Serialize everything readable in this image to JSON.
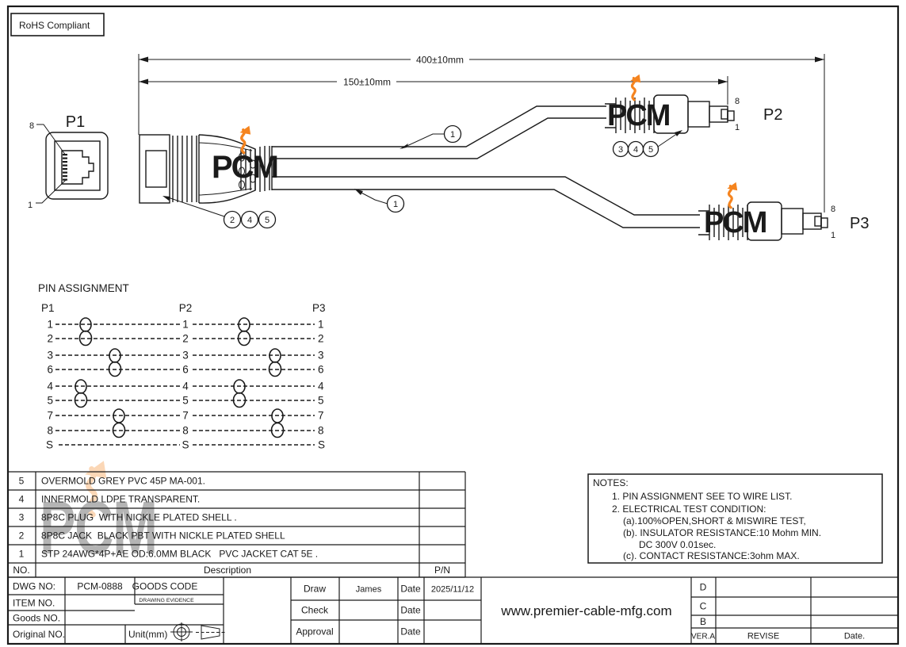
{
  "page": {
    "rohs_label": "RoHS Compliant"
  },
  "brand": {
    "logo_text": "PCM",
    "orange": "#F5841F"
  },
  "drawing": {
    "dimensions": {
      "overall": "400±10mm",
      "branch": "150±10mm"
    },
    "connectors": {
      "p1": "P1",
      "p2": "P2",
      "p3": "P3",
      "pin_top": "8",
      "pin_bottom": "1"
    },
    "callouts": {
      "upper_cable": "1",
      "lower_cable": "1",
      "left_group": [
        "2",
        "4",
        "5"
      ],
      "right_group": [
        "3",
        "4",
        "5"
      ]
    }
  },
  "pin_assignment": {
    "title": "PIN ASSIGNMENT",
    "headers": [
      "P1",
      "P2",
      "P3"
    ],
    "twisted_pairs": [
      [
        "1",
        "2"
      ],
      [
        "3",
        "6"
      ],
      [
        "4",
        "5"
      ],
      [
        "7",
        "8"
      ]
    ],
    "rows": [
      {
        "p1": "1",
        "p2": "1",
        "p3": "1"
      },
      {
        "p1": "2",
        "p2": "2",
        "p3": "2"
      },
      {
        "p1": "3",
        "p2": "3",
        "p3": "3"
      },
      {
        "p1": "6",
        "p2": "6",
        "p3": "6"
      },
      {
        "p1": "4",
        "p2": "4",
        "p3": "4"
      },
      {
        "p1": "5",
        "p2": "5",
        "p3": "5"
      },
      {
        "p1": "7",
        "p2": "7",
        "p3": "7"
      },
      {
        "p1": "8",
        "p2": "8",
        "p3": "8"
      },
      {
        "p1": "S",
        "p2": "S",
        "p3": "S"
      }
    ]
  },
  "bom": {
    "headers": {
      "no": "NO.",
      "description": "Description",
      "pn": "P/N"
    },
    "rows": [
      {
        "no": "5",
        "description": "OVERMOLD GREY PVC 45P MA-001."
      },
      {
        "no": "4",
        "description": "INNERMOLD LDPE TRANSPARENT."
      },
      {
        "no": "3",
        "description": "8P8C PLUG  WITH NICKLE PLATED SHELL ."
      },
      {
        "no": "2",
        "description": "8P8C JACK  BLACK PBT WITH NICKLE PLATED SHELL"
      },
      {
        "no": "1",
        "description": "STP 24AWG*4P+AE OD:6.0MM BLACK   PVC JACKET CAT 5E ."
      }
    ]
  },
  "notes": {
    "lines": [
      "NOTES:",
      "1. PIN ASSIGNMENT SEE TO WIRE LIST.",
      "2. ELECTRICAL TEST CONDITION:",
      "(a).100%OPEN,SHORT & MISWIRE TEST,",
      "(b). INSULATOR RESISTANCE:10 Mohm MIN.",
      "DC 300V 0.01sec.",
      "(c). CONTACT RESISTANCE:3ohm MAX."
    ]
  },
  "title_block": {
    "dwg_no_label": "DWG NO:",
    "dwg_no": "PCM-0888",
    "goods_code_label": "GOODS CODE",
    "item_no_label": "ITEM NO.",
    "drawing_evidence_label": "DRAWING EVIDENCE",
    "goods_no_label": "Goods NO.",
    "original_no_label": "Original NO.",
    "unit_label": "Unit(mm)",
    "draw_label": "Draw",
    "draw_name": "James",
    "check_label": "Check",
    "approval_label": "Approval",
    "date_label": "Date",
    "draw_date": "2025/11/12",
    "website": "www.premier-cable-mfg.com",
    "rev_rows": [
      "D",
      "C",
      "B"
    ],
    "ver_label": "VER.A",
    "revise_label": "REVISE",
    "rev_date_label": "Date."
  }
}
